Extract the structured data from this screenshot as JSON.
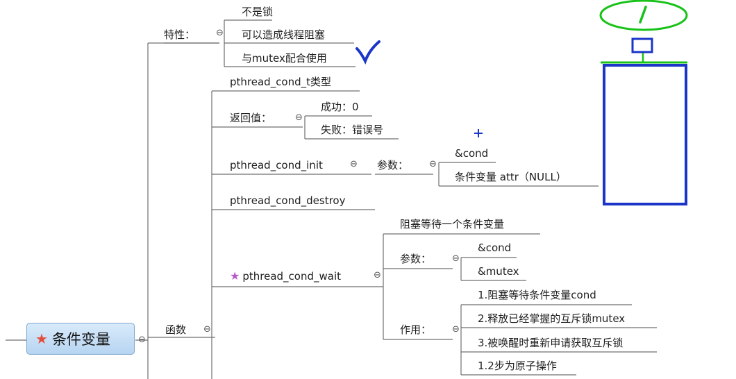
{
  "root": {
    "label": "条件变量"
  },
  "branches": {
    "features": {
      "label": "特性：",
      "items": [
        "不是锁",
        "可以造成线程阻塞",
        "与mutex配合使用"
      ]
    },
    "functions": {
      "label": "函数",
      "type_item": "pthread_cond_t类型",
      "return_value": {
        "label": "返回值：",
        "success": "成功：0",
        "failure": "失败：错误号"
      },
      "init": {
        "label": "pthread_cond_init",
        "params_label": "参数：",
        "params": [
          "&cond",
          "条件变量 attr（NULL）"
        ]
      },
      "destroy": {
        "label": "pthread_cond_destroy"
      },
      "wait": {
        "label": "pthread_cond_wait",
        "desc": "阻塞等待一个条件变量",
        "params_label": "参数：",
        "params": [
          "&cond",
          "&mutex"
        ],
        "effect_label": "作用：",
        "effects": [
          "1.阻塞等待条件变量cond",
          "2.释放已经掌握的互斥锁mutex",
          "3.被唤醒时重新申请获取互斥锁",
          "1.2步为原子操作"
        ]
      }
    }
  },
  "annotations": {
    "oval_mark": "/",
    "plus_mark": "+",
    "check_color": "#1a35c7",
    "green_color": "#19c219",
    "blue_color": "#1a35c7"
  }
}
